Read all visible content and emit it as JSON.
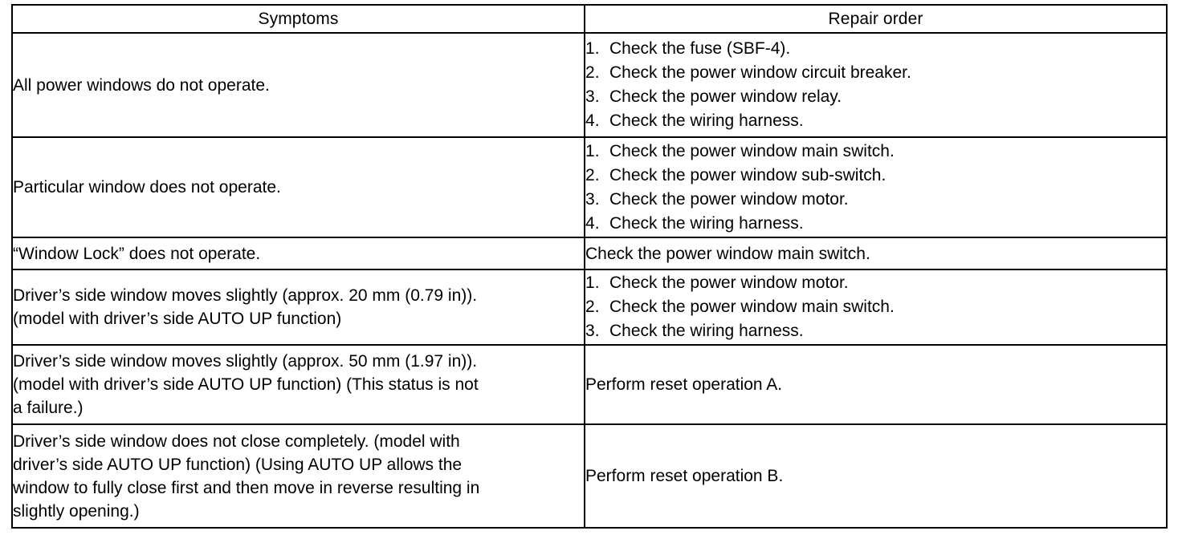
{
  "table": {
    "headers": {
      "symptom": "Symptoms",
      "repair": "Repair order"
    },
    "rows": [
      {
        "symptom_lines": [
          "All power windows do not operate."
        ],
        "repair_type": "list",
        "repair_items": [
          "Check the fuse (SBF-4).",
          "Check the power window circuit breaker.",
          "Check the power window relay.",
          "Check the wiring harness."
        ]
      },
      {
        "symptom_lines": [
          "Particular window does not operate."
        ],
        "repair_type": "list",
        "repair_items": [
          "Check the power window main switch.",
          "Check the power window sub-switch.",
          "Check the power window motor.",
          "Check the wiring harness."
        ]
      },
      {
        "symptom_lines": [
          "“Window Lock” does not operate."
        ],
        "repair_type": "single",
        "repair_text": "Check the power window main switch."
      },
      {
        "symptom_lines": [
          "Driver’s side window moves slightly (approx. 20 mm (0.79 in)).",
          "(model with driver’s side AUTO UP function)"
        ],
        "repair_type": "list",
        "repair_items": [
          "Check the power window motor.",
          "Check the power window main switch.",
          "Check the wiring harness."
        ]
      },
      {
        "symptom_lines": [
          "Driver’s side window moves slightly (approx. 50 mm (1.97 in)).",
          "(model with driver’s side AUTO UP function) (This status is not",
          "a failure.)"
        ],
        "repair_type": "single",
        "repair_text": "Perform reset operation A."
      },
      {
        "symptom_lines": [
          "Driver’s side window does not close completely. (model with",
          "driver’s side AUTO UP function) (Using AUTO UP allows the",
          "window to fully close first and then move in reverse resulting in",
          "slightly opening.)"
        ],
        "repair_type": "single",
        "repair_text": "Perform reset operation B."
      }
    ]
  }
}
